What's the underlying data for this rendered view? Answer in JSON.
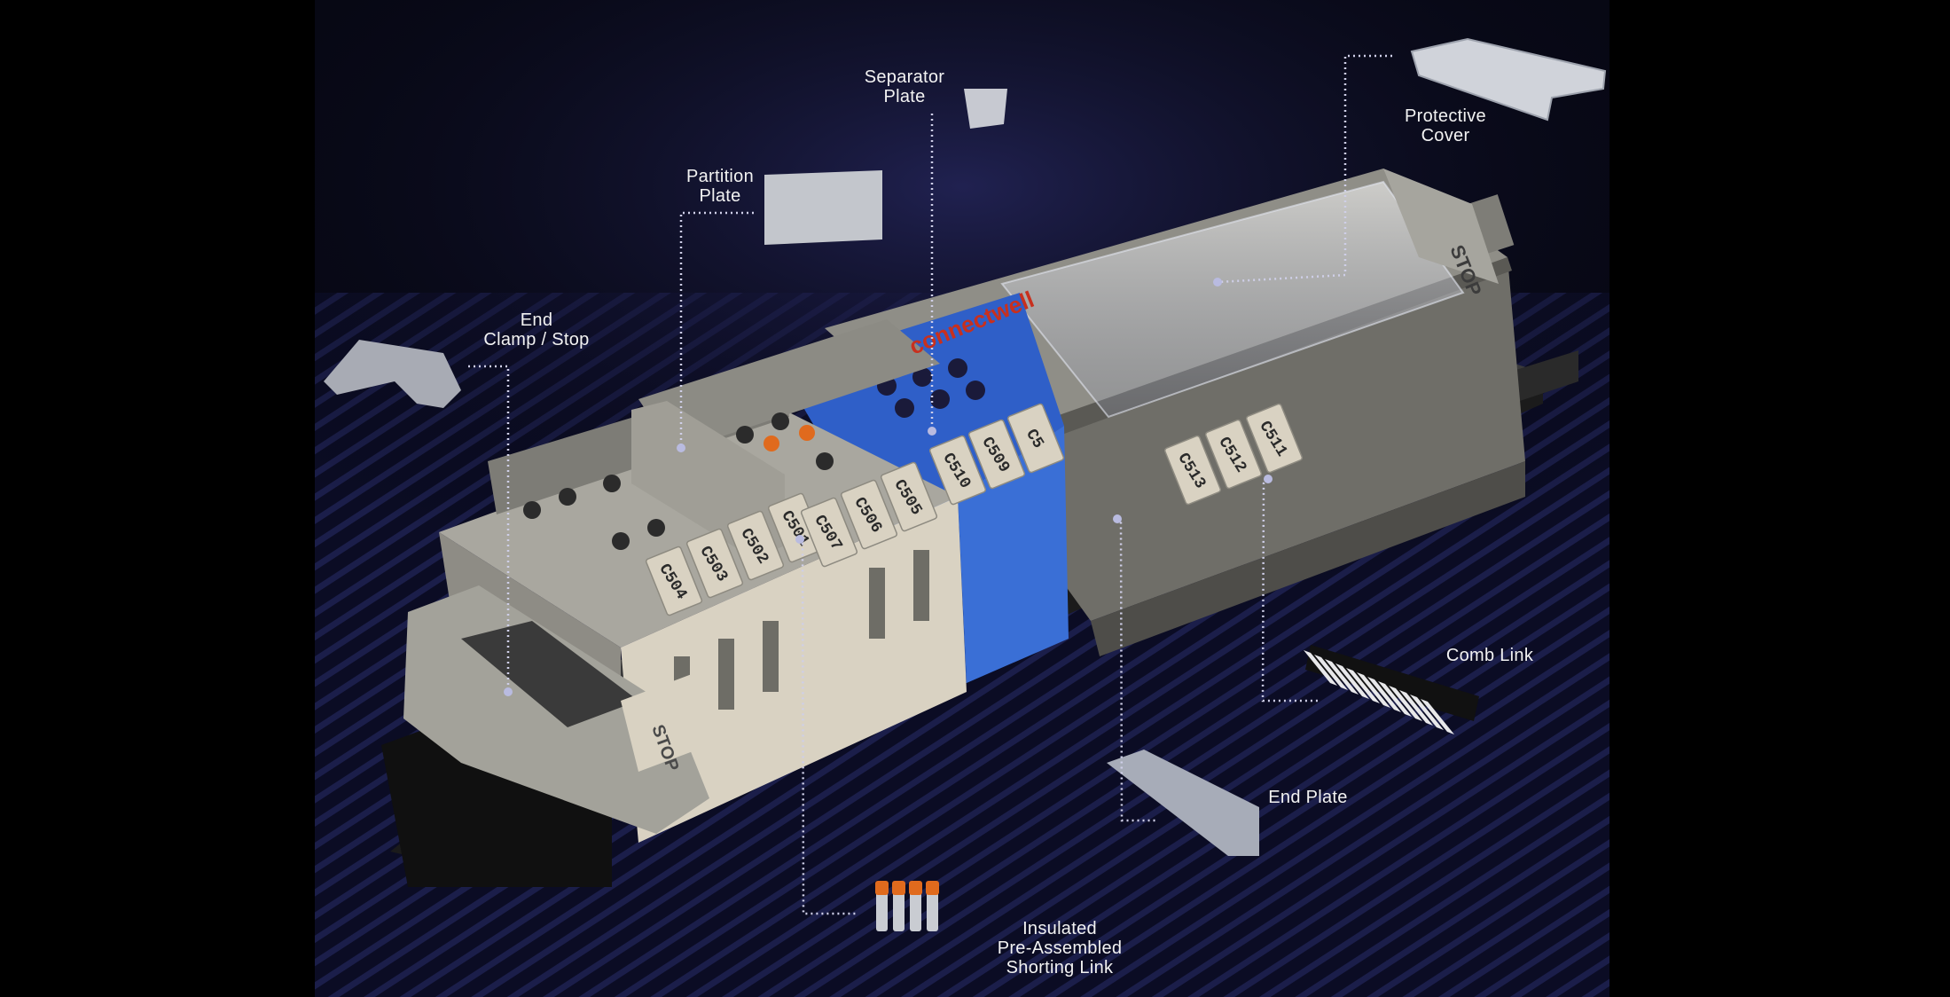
{
  "labels": {
    "separator_plate": [
      "Separator",
      "Plate"
    ],
    "protective_cover": [
      "Protective",
      "Cover"
    ],
    "partition_plate": [
      "Partition",
      "Plate"
    ],
    "end_clamp_stop": [
      "End",
      "Clamp / Stop"
    ],
    "comb_link": [
      "Comb Link"
    ],
    "end_plate": [
      "End Plate"
    ],
    "shorting_link": [
      "Insulated",
      "Pre-Assembled",
      "Shorting Link"
    ]
  },
  "markers": {
    "left": [
      "C504",
      "C503",
      "C502",
      "C501"
    ],
    "middle": [
      "C507",
      "C506",
      "C505"
    ],
    "blue": [
      "C510",
      "C509",
      "C5"
    ],
    "right": [
      "C513",
      "C512",
      "C511"
    ]
  },
  "stop_text": "STOP",
  "brand_text": "connectwell",
  "colors": {
    "background": "#000000",
    "panel": "#0d0e2a",
    "beige": "#d9d2c2",
    "grey": "#9b9a92",
    "dark_grey": "#575751",
    "blue": "#3a6fd6",
    "orange": "#e06a1d",
    "leader": "#cfcfe8",
    "label_text": "#f2f2f2",
    "brand_red": "#c8301e"
  }
}
